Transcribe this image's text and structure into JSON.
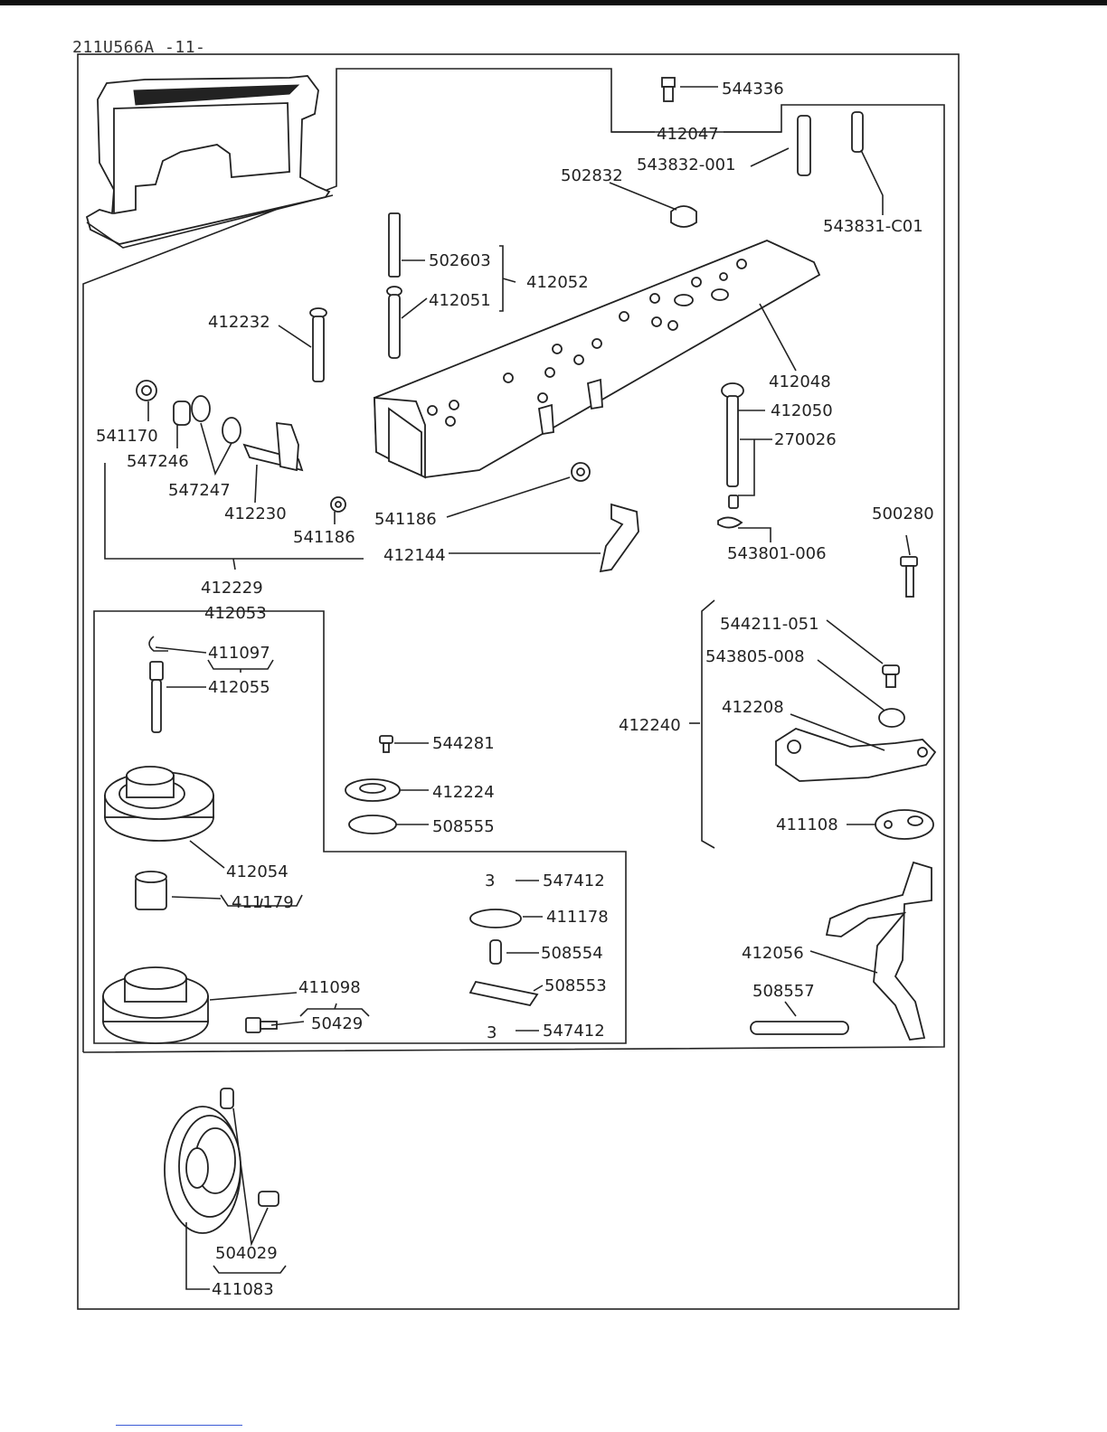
{
  "document": {
    "page_id": "211U566A -11-"
  },
  "labels": {
    "p544336": "544336",
    "p412047": "412047",
    "p543832": "543832-001",
    "p502832": "502832",
    "p543831": "543831-C01",
    "p502603": "502603",
    "p412052": "412052",
    "p412051": "412051",
    "p412232": "412232",
    "p412048": "412048",
    "p541170": "541170",
    "p547246": "547246",
    "p547247": "547247",
    "p412230": "412230",
    "p541186a": "541186",
    "p541186b": "541186",
    "p412144": "412144",
    "p412229": "412229",
    "p412050": "412050",
    "p270026": "270026",
    "p543801": "543801-006",
    "p500280": "500280",
    "p412053": "412053",
    "p411097": "411097",
    "p412055": "412055",
    "p544281": "544281",
    "p412224": "412224",
    "p508555": "508555",
    "p544211": "544211-051",
    "p543805": "543805-008",
    "p412208": "412208",
    "p412240": "412240",
    "p411108": "411108",
    "p412054": "412054",
    "p411179": "411179",
    "p547412a": "547412",
    "p411178": "411178",
    "p508554": "508554",
    "p508553": "508553",
    "p547412b": "547412",
    "p411098": "411098",
    "p50429": "50429",
    "p412056": "412056",
    "p508557": "508557",
    "p504029": "504029",
    "p411083": "411083"
  }
}
